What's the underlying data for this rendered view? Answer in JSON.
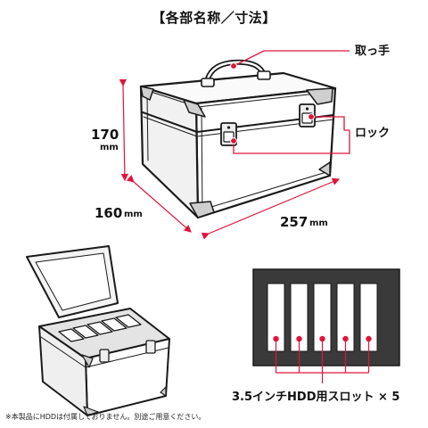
{
  "title": "【各部名称／寸法】",
  "callouts": {
    "handle": "取っ手",
    "lock": "ロック"
  },
  "dimensions": {
    "height": {
      "value": "170",
      "unit": "mm"
    },
    "depth": {
      "value": "160",
      "unit": "mm"
    },
    "width": {
      "value": "257",
      "unit": "mm"
    }
  },
  "slots": {
    "count": 5,
    "caption": "3.5インチHDD用スロット × 5"
  },
  "footnote": "※本製品にHDDは付属しておりません。別途ご用意ください。",
  "colors": {
    "accent": "#e0143c",
    "outline": "#1a1a1a",
    "slot_panel": "#3a3a3a",
    "case_fill": "#ffffff",
    "case_shade": "#dcdcdc"
  }
}
